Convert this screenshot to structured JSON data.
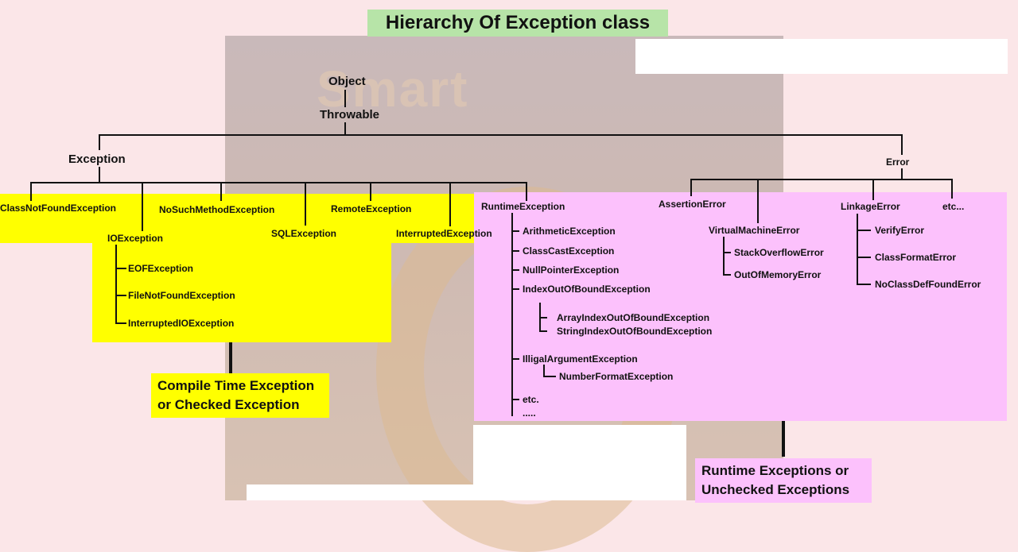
{
  "title": "Hierarchy Of Exception class",
  "nodes": {
    "object": "Object",
    "throwable": "Throwable",
    "exception": "Exception",
    "error": "Error",
    "class_not_found": "ClassNotFoundException",
    "no_such_method": "NoSuchMethodException",
    "remote": "RemoteException",
    "io": "IOException",
    "sql": "SQLException",
    "interrupted": "InterruptedException",
    "eof": "EOFException",
    "file_not_found": "FileNotFoundException",
    "interrupted_io": "InterruptedIOException",
    "runtime": "RuntimeException",
    "arithmetic": "ArithmeticException",
    "class_cast": "ClassCastException",
    "null_pointer": "NullPointerException",
    "index_out_of_bound": "IndexOutOfBoundException",
    "array_index": "ArrayIndexOutOfBoundException",
    "string_index": "StringIndexOutOfBoundException",
    "illegal_argument": "IlligalArgumentException",
    "number_format": "NumberFormatException",
    "etc_runtime": "etc.",
    "dots": ".....",
    "assertion": "AssertionError",
    "virtual_machine": "VirtualMachineError",
    "stack_overflow": "StackOverflowError",
    "out_of_memory": "OutOfMemoryError",
    "linkage": "LinkageError",
    "etc_error": "etc...",
    "verify": "VerifyError",
    "class_format": "ClassFormatError",
    "no_class_def": "NoClassDefFoundError"
  },
  "captions": {
    "checked_line1": "Compile Time Exception",
    "checked_line2": "or  Checked Exception",
    "unchecked_line1": "Runtime Exceptions or",
    "unchecked_line2": "Unchecked Exceptions"
  },
  "colors": {
    "checked_region": "#ffff00",
    "unchecked_region": "#fcc1fc",
    "title_background": "#b7e4a8",
    "page_background": "#fbe6e8"
  }
}
